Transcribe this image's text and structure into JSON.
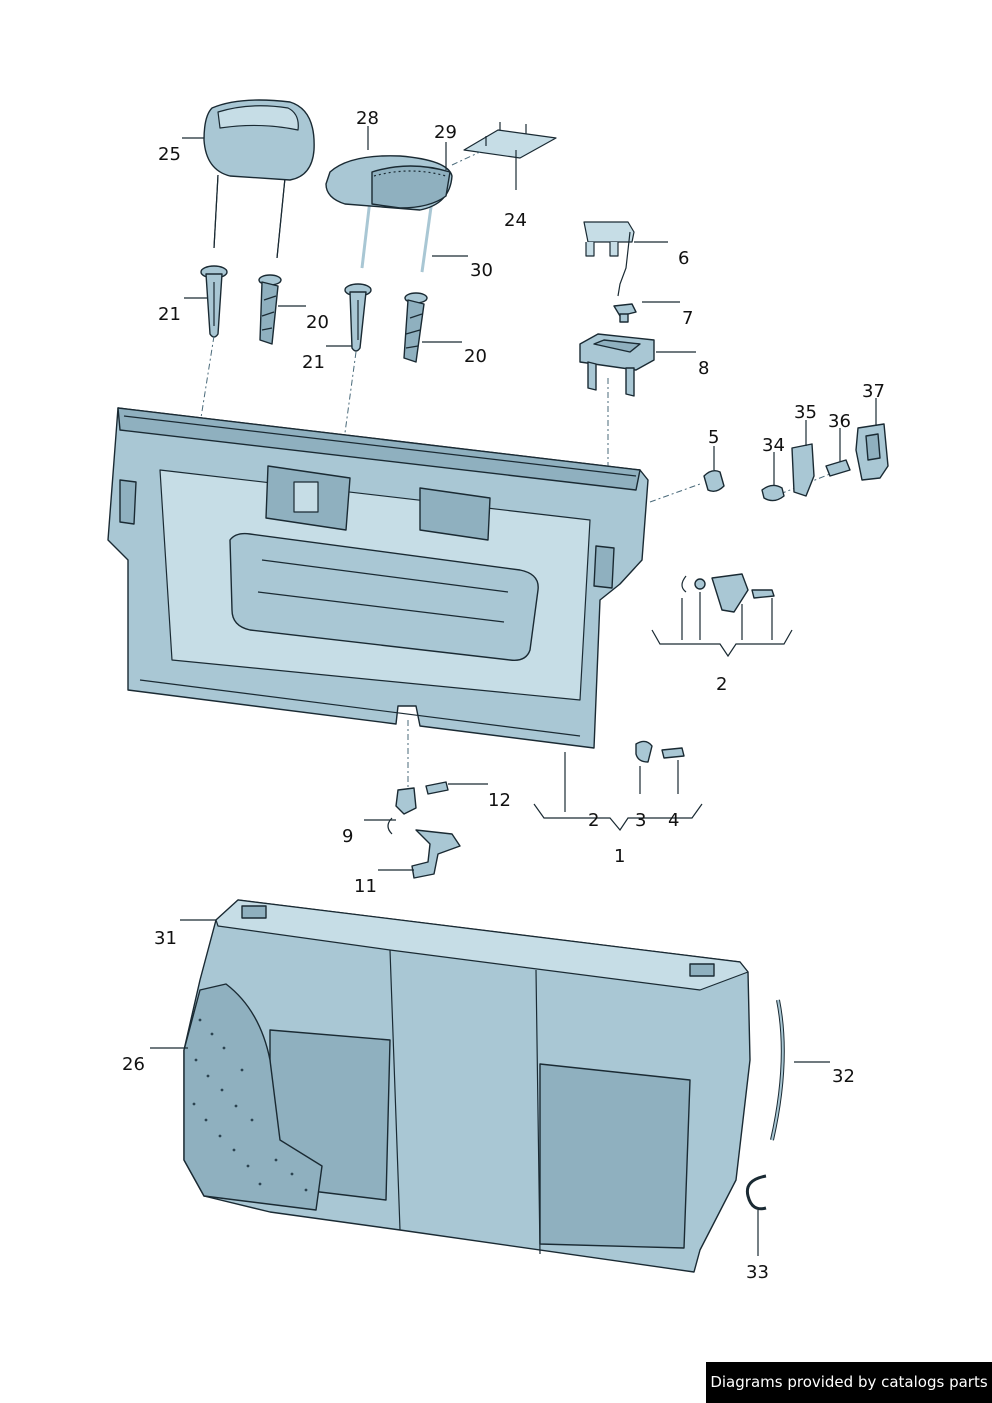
{
  "labels": {
    "p25": "25",
    "p28": "28",
    "p29": "29",
    "p24": "24",
    "p6": "6",
    "p7": "7",
    "p8": "8",
    "p30": "30",
    "p21a": "21",
    "p20a": "20",
    "p21b": "21",
    "p20b": "20",
    "p5": "5",
    "p34": "34",
    "p35": "35",
    "p36": "36",
    "p37": "37",
    "p2a": "2",
    "p12": "12",
    "p9": "9",
    "p11": "11",
    "p2b": "2",
    "p3": "3",
    "p4": "4",
    "p1": "1",
    "p31": "31",
    "p26": "26",
    "p32": "32",
    "p33": "33"
  },
  "credit": "Diagrams provided by catalogs parts",
  "colors": {
    "part_fill": "#a9c7d4",
    "outline": "#1a2a33",
    "credit_bg": "#000000"
  }
}
